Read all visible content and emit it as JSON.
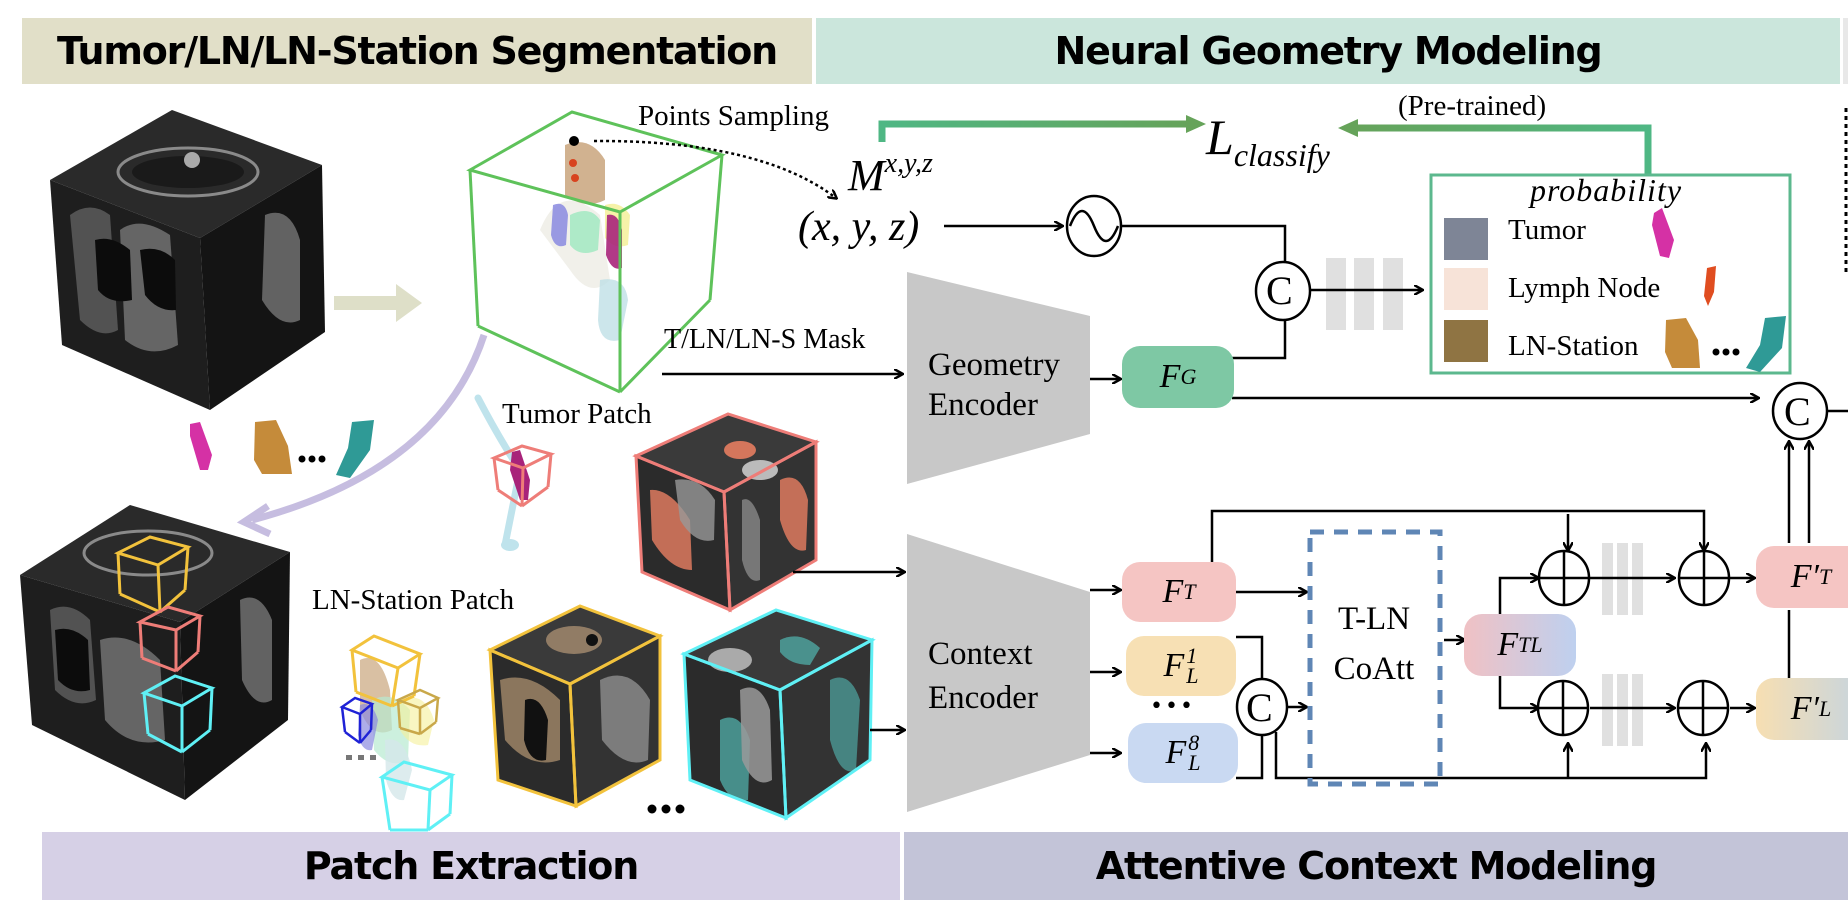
{
  "banners": {
    "segmentation": "Tumor/LN/LN-Station Segmentation",
    "neural_geometry": "Neural Geometry Modeling",
    "patch_extraction": "Patch Extraction",
    "attentive_context": "Attentive Context Modeling"
  },
  "labels": {
    "points_sampling": "Points Sampling",
    "pretrained": "(Pre-trained)",
    "loss_main": "L",
    "loss_sub": "classify",
    "m_main": "M",
    "m_sup": "x,y,z",
    "coords": "(x, y, z)",
    "mask": "T/LN/LN-S Mask",
    "tumor_patch": "Tumor Patch",
    "ln_station_patch": "LN-Station Patch",
    "geometry_encoder_line1": "Geometry",
    "geometry_encoder_line2": "Encoder",
    "context_encoder_line1": "Context",
    "context_encoder_line2": "Encoder",
    "coatt_line1": "T-LN",
    "coatt_line2": "CoAtt",
    "concat_symbol": "C",
    "ellipsis": "•••",
    "ellipsis_small": "..."
  },
  "features": {
    "fg": {
      "main": "F",
      "sub": "G"
    },
    "ft": {
      "main": "F",
      "sub": "T"
    },
    "fl1": {
      "main": "F",
      "sub": "L",
      "sup": "1"
    },
    "fl8": {
      "main": "F",
      "sub": "L",
      "sup": "8"
    },
    "ftl": {
      "main": "F",
      "sub": "TL"
    },
    "ft_prime": {
      "main": "F′",
      "sub": "T"
    },
    "fl_prime": {
      "main": "F′",
      "sub": "L"
    }
  },
  "probability_legend": {
    "title": "probability",
    "items": [
      {
        "label": "Tumor",
        "color": "#7e8596"
      },
      {
        "label": "Lymph Node",
        "color": "#f7e3d8"
      },
      {
        "label": "LN-Station",
        "color": "#8f7443"
      }
    ]
  },
  "colors": {
    "banner_segmentation": "#e1dfc8",
    "banner_geometry": "#cbe6dc",
    "banner_patch": "#d6d0e6",
    "banner_context": "#c3c4d8",
    "green_box": "#5ec25a",
    "legend_border": "#5cb88e",
    "fg_fill": "#7ec8a4",
    "ft_fill": "#f5c5c3",
    "fl1_fill": "#f7e0b4",
    "fl8_fill": "#c9d9f2",
    "coatt_border": "#5f86b5",
    "encoder_fill": "#c8c8c8",
    "tumor_box": "#ee7d78",
    "station_box": "#f2c23c",
    "cyan_box": "#5ff0f5",
    "blue_box": "#1f22d6",
    "purple_arrow": "#c6bde0",
    "khaki_arrow": "#dedfc8"
  }
}
